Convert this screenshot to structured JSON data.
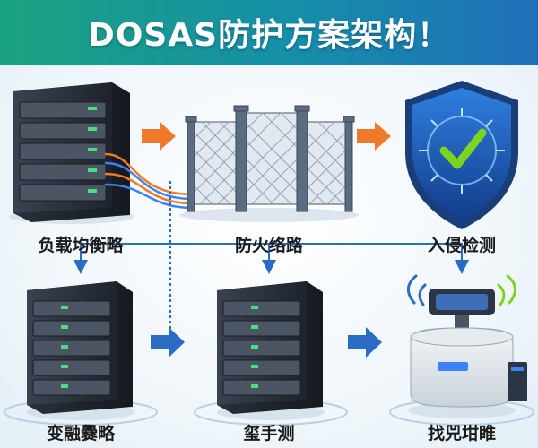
{
  "header": {
    "title": "DOSAS防护方案架构！"
  },
  "colors": {
    "banner_left": "#1aa37f",
    "banner_right": "#1f6fb8",
    "arrow_orange": "#f07a2a",
    "arrow_blue": "#2a6cc4",
    "shield_blue": "#1f5fb8",
    "check_green": "#7ed321"
  },
  "top_row": [
    {
      "label": "负载均衡略",
      "icon": "server-rack-icon"
    },
    {
      "label": "防火络路",
      "icon": "fence-gate-icon"
    },
    {
      "label": "入侵检测",
      "icon": "shield-check-icon"
    }
  ],
  "bottom_row": [
    {
      "label": "变融爨略",
      "icon": "server-rack-icon"
    },
    {
      "label": "玺手测",
      "icon": "server-rack-icon"
    },
    {
      "label": "找兕坩睢",
      "icon": "sensor-device-icon"
    }
  ]
}
